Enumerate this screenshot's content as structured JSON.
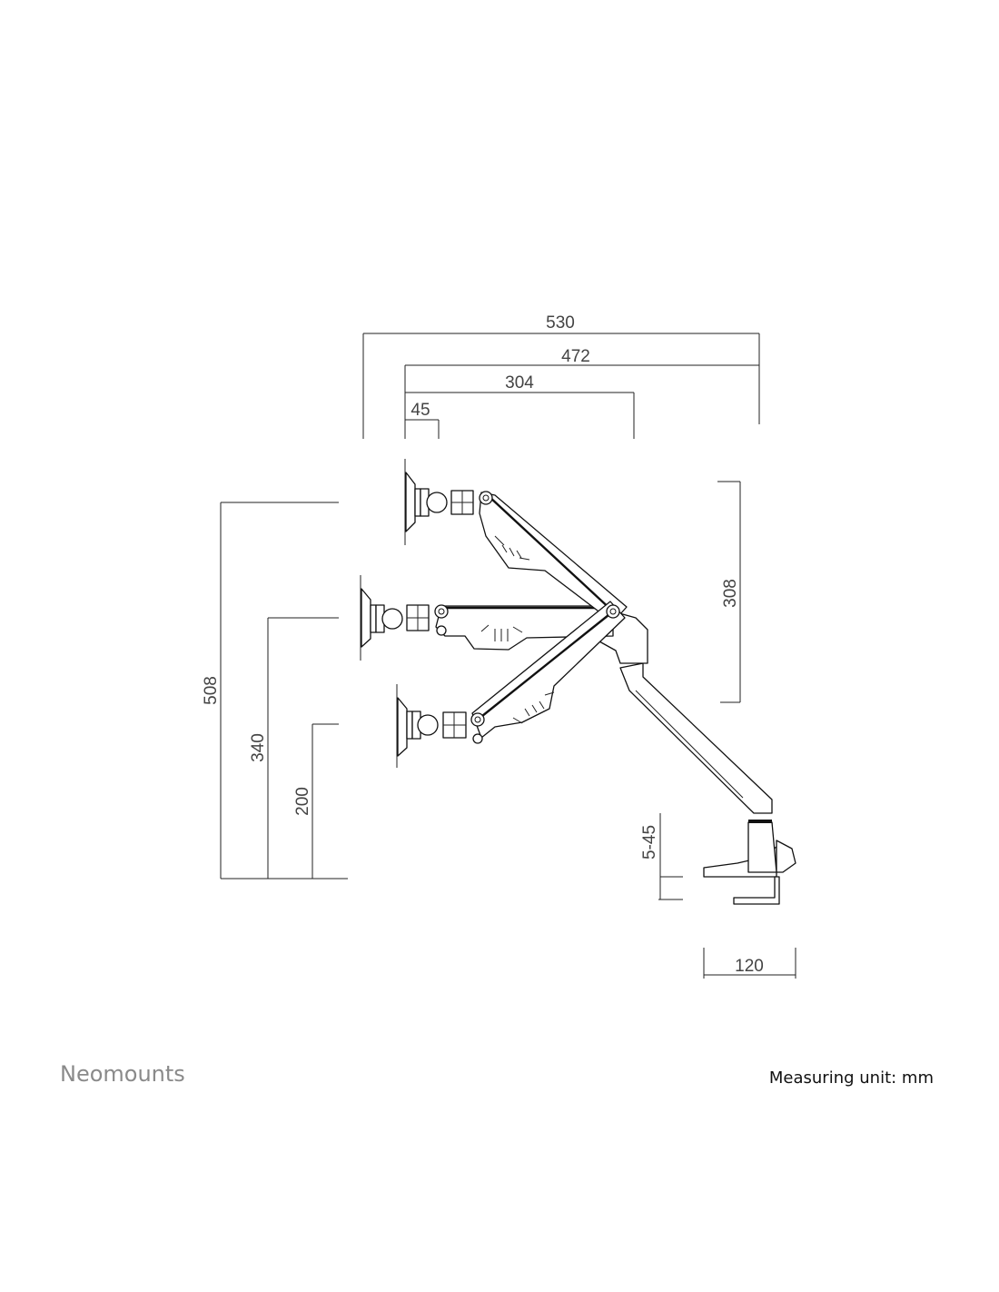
{
  "brand": {
    "logo_text": "Neomounts"
  },
  "footer": {
    "measuring_unit": "Measuring unit: mm"
  },
  "dimensions": {
    "overall_depth": "530",
    "depth_472": "472",
    "depth_304": "304",
    "depth_45": "45",
    "max_height": "508",
    "mid_height": "340",
    "min_height": "200",
    "height_adjust": "308",
    "desk_thickness": "5-45",
    "clamp_depth": "120"
  }
}
